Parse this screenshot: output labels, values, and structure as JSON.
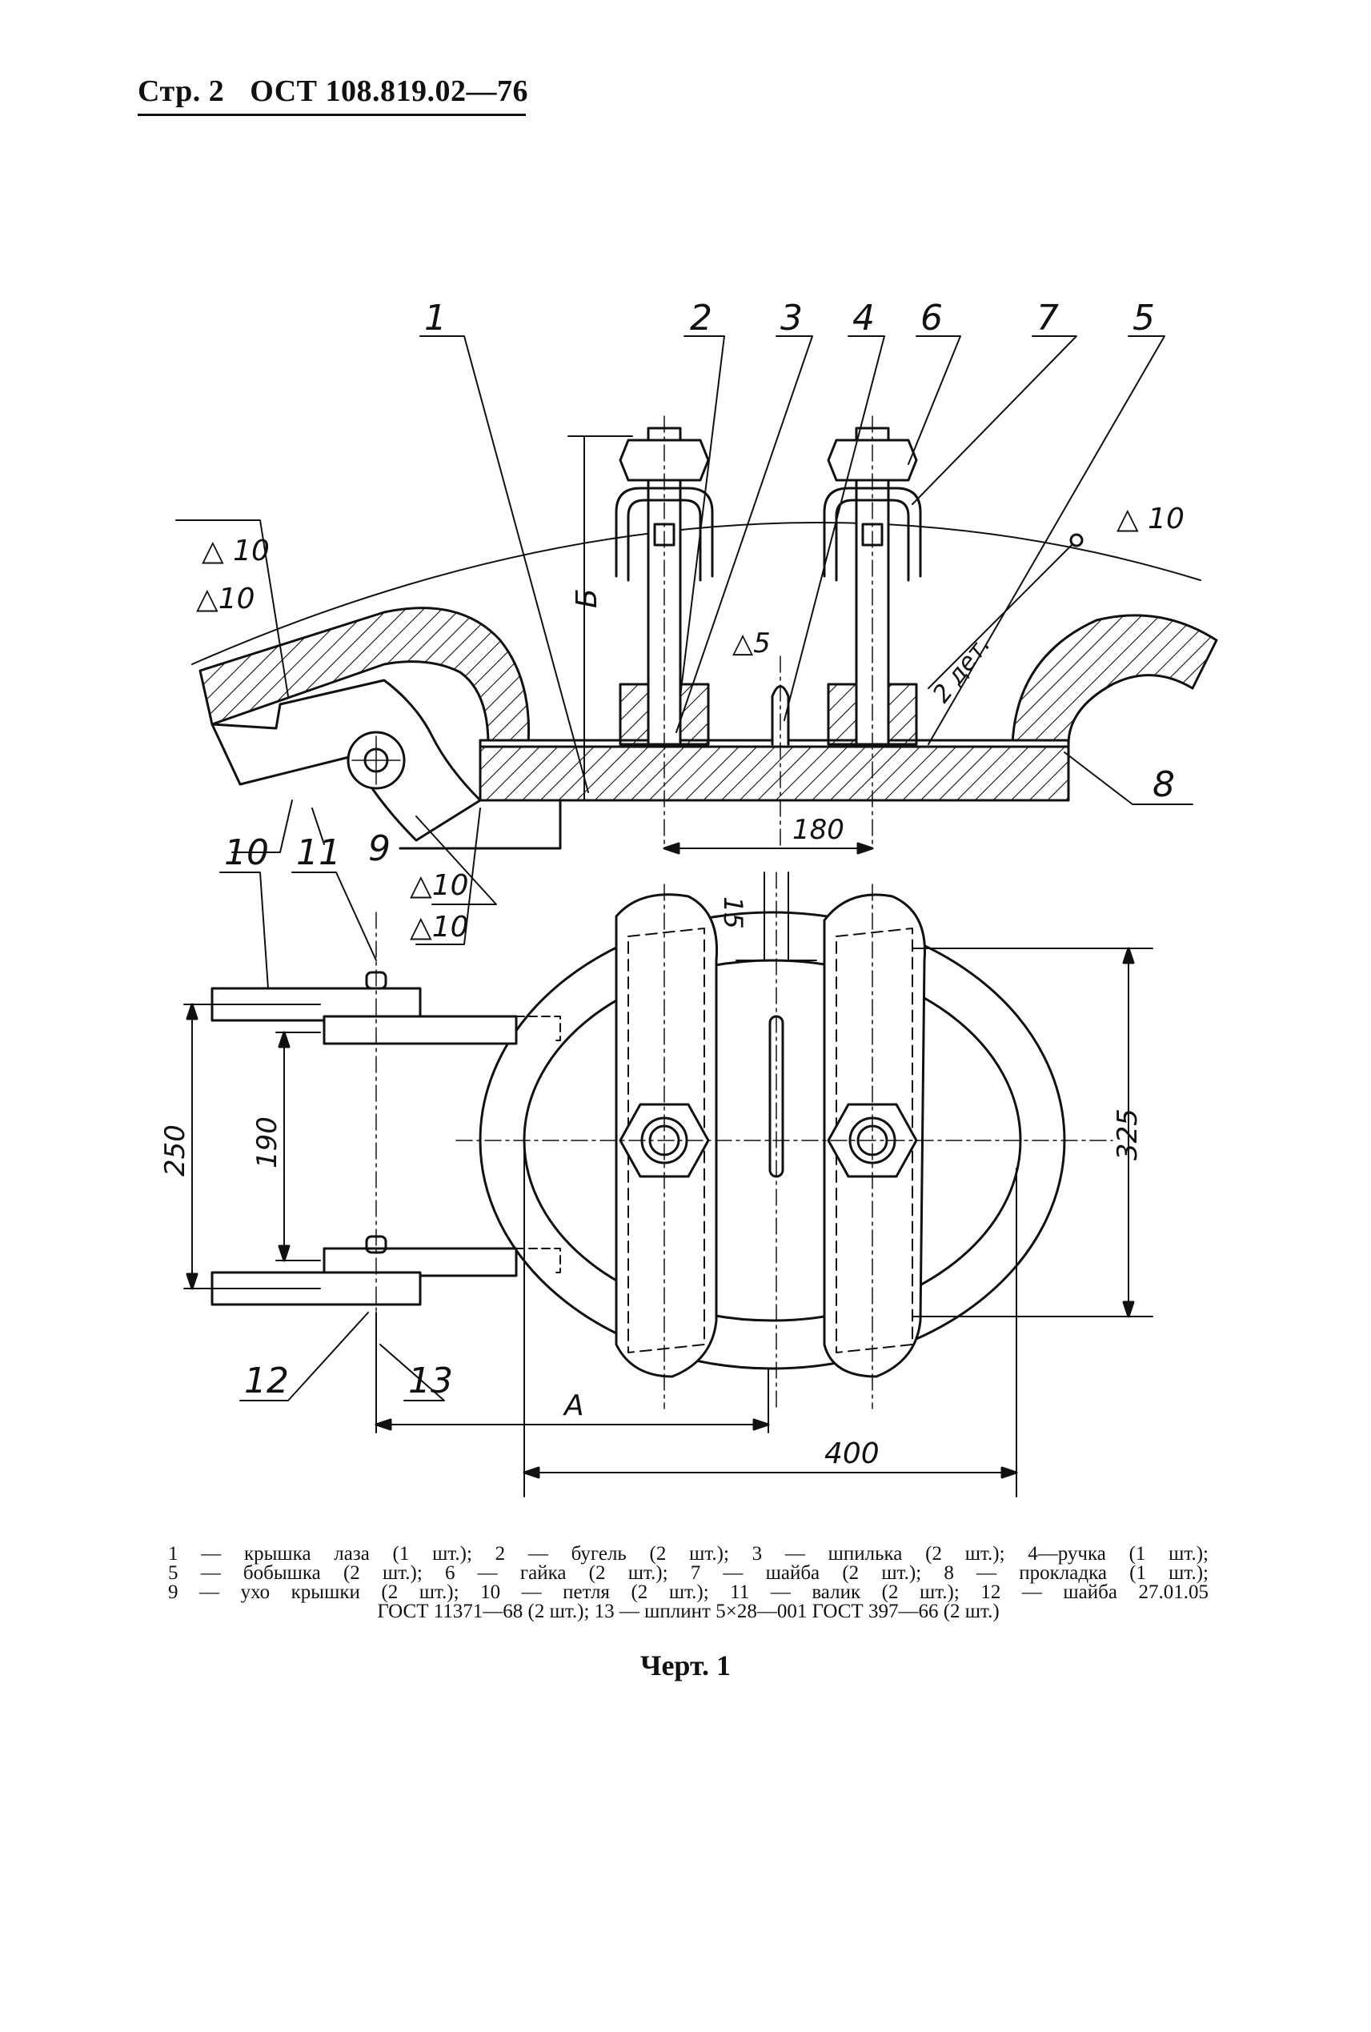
{
  "header": {
    "page": "Стр. 2",
    "standard": "ОСТ 108.819.02—76"
  },
  "drawing": {
    "callouts": [
      "1",
      "2",
      "3",
      "4",
      "6",
      "7",
      "5",
      "8",
      "9",
      "10",
      "11",
      "12",
      "13"
    ],
    "dimensions": {
      "height": "Б",
      "spacing_bolts": "180",
      "slot_width": "15",
      "ellipse_height": "325",
      "hinge_outer": "250",
      "hinge_inner": "190",
      "offset_a": "А",
      "ellipse_width": "400"
    },
    "surface_marks": {
      "weld_10": "10",
      "weld_5": "5",
      "two_parts": "2 дет."
    }
  },
  "legend": {
    "line1": "1 — крышка лаза (1 шт.); 2 — бугель (2 шт.); 3 — шпилька (2 шт.); 4—ручка (1 шт.);",
    "line2": "5 — бобышка (2 шт.); 6 — гайка (2 шт.); 7 — шайба (2 шт.); 8 — прокладка (1 шт.);",
    "line3": "9 — ухо крышки (2 шт.); 10 — петля (2 шт.); 11 — валик (2 шт.); 12 — шайба 27.01.05",
    "line4": "ГОСТ 11371—68 (2 шт.); 13 — шплинт 5×28—001 ГОСТ 397—66 (2 шт.)"
  },
  "caption": "Черт. 1"
}
